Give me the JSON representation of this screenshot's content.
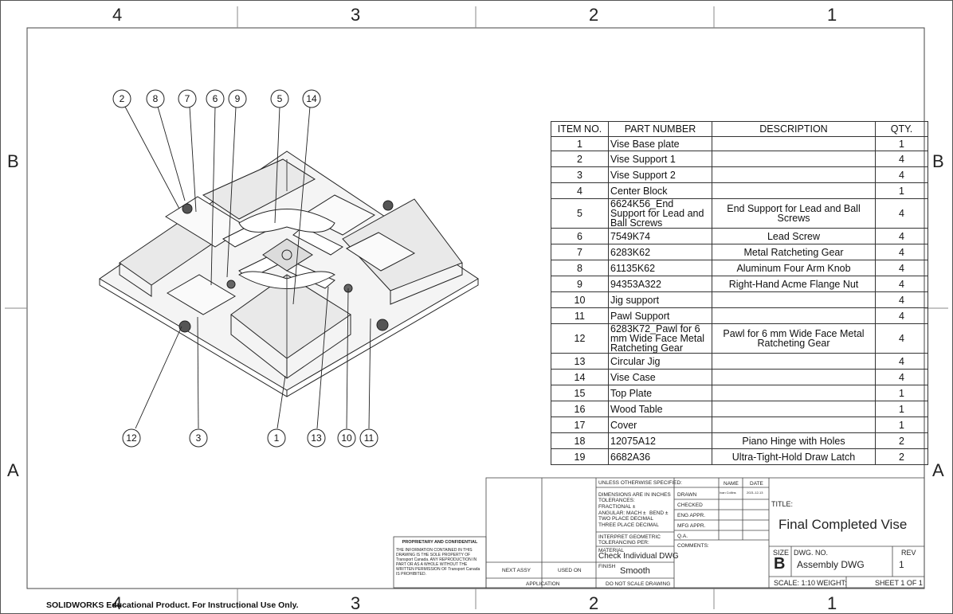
{
  "zones": {
    "top": [
      "4",
      "3",
      "2",
      "1"
    ],
    "bottom": [
      "4",
      "3",
      "2",
      "1"
    ],
    "left": [
      "B",
      "A"
    ],
    "right": [
      "B",
      "A"
    ]
  },
  "callouts": {
    "top": [
      "2",
      "8",
      "7",
      "6",
      "9",
      "5",
      "14"
    ],
    "bottom": [
      "12",
      "3",
      "1",
      "13",
      "10",
      "11"
    ]
  },
  "bom": {
    "headers": [
      "ITEM NO.",
      "PART NUMBER",
      "DESCRIPTION",
      "QTY."
    ],
    "rows": [
      {
        "item": "1",
        "part": "Vise Base plate",
        "desc": "",
        "qty": "1"
      },
      {
        "item": "2",
        "part": "Vise Support 1",
        "desc": "",
        "qty": "4"
      },
      {
        "item": "3",
        "part": "Vise Support 2",
        "desc": "",
        "qty": "4"
      },
      {
        "item": "4",
        "part": "Center Block",
        "desc": "",
        "qty": "1"
      },
      {
        "item": "5",
        "part": "6624K56_End Support for Lead and Ball Screws",
        "desc": "End Support for Lead and Ball Screws",
        "qty": "4"
      },
      {
        "item": "6",
        "part": "7549K74",
        "desc": "Lead Screw",
        "qty": "4"
      },
      {
        "item": "7",
        "part": "6283K62",
        "desc": "Metal Ratcheting Gear",
        "qty": "4"
      },
      {
        "item": "8",
        "part": "61135K62",
        "desc": "Aluminum Four Arm Knob",
        "qty": "4"
      },
      {
        "item": "9",
        "part": "94353A322",
        "desc": "Right-Hand Acme Flange Nut",
        "qty": "4"
      },
      {
        "item": "10",
        "part": "Jig support",
        "desc": "",
        "qty": "4"
      },
      {
        "item": "11",
        "part": "Pawl Support",
        "desc": "",
        "qty": "4"
      },
      {
        "item": "12",
        "part": "6283K72_Pawl for 6 mm Wide Face Metal Ratcheting Gear",
        "desc": "Pawl for 6 mm Wide Face Metal Ratcheting Gear",
        "qty": "4"
      },
      {
        "item": "13",
        "part": "Circular Jig",
        "desc": "",
        "qty": "4"
      },
      {
        "item": "14",
        "part": "Vise Case",
        "desc": "",
        "qty": "4"
      },
      {
        "item": "15",
        "part": "Top Plate",
        "desc": "",
        "qty": "1"
      },
      {
        "item": "16",
        "part": "Wood Table",
        "desc": "",
        "qty": "1"
      },
      {
        "item": "17",
        "part": "Cover",
        "desc": "",
        "qty": "1"
      },
      {
        "item": "18",
        "part": "12075A12",
        "desc": "Piano Hinge with Holes",
        "qty": "2"
      },
      {
        "item": "19",
        "part": "6682A36",
        "desc": "Ultra-Tight-Hold Draw Latch",
        "qty": "2"
      }
    ]
  },
  "title_block": {
    "unless": "UNLESS OTHERWISE SPECIFIED:",
    "name_hdr": "NAME",
    "date_hdr": "DATE",
    "dims": "DIMENSIONS ARE IN INCHES",
    "tolerances": "TOLERANCES:",
    "fractional": "FRACTIONAL ±",
    "angular": "ANGULAR: MACH ±",
    "bend": "BEND ±",
    "two_place": "TWO PLACE DECIMAL",
    "three_place": "THREE PLACE DECIMAL",
    "interpret": "INTERPRET GEOMETRIC TOLERANCING PER:",
    "material_lbl": "MATERIAL",
    "material_val": "Check Individual DWG",
    "finish_lbl": "FINISH",
    "finish_val": "Smooth",
    "do_not_scale": "DO NOT SCALE DRAWING",
    "drawn": "DRAWN",
    "drawn_name": "Ivan Collins",
    "drawn_date": "2021-12-13",
    "checked": "CHECKED",
    "eng_appr": "ENG APPR.",
    "mfg_appr": "MFG APPR.",
    "qa": "Q.A.",
    "comments": "COMMENTS:",
    "title_lbl": "TITLE:",
    "title_val": "Final Completed Vise",
    "size_lbl": "SIZE",
    "size_val": "B",
    "dwg_no_lbl": "DWG.  NO.",
    "dwg_no_val": "Assembly DWG",
    "rev_lbl": "REV",
    "rev_val": "1",
    "scale": "SCALE: 1:10",
    "weight": "WEIGHT:",
    "sheet": "SHEET 1 OF 1",
    "next_assy": "NEXT ASSY",
    "used_on": "USED ON",
    "application": "APPLICATION",
    "proprietary_title": "PROPRIETARY AND CONFIDENTIAL",
    "proprietary_body": "THE INFORMATION CONTAINED IN THIS DRAWING IS THE SOLE PROPERTY OF Transport Canada.  ANY REPRODUCTION IN PART OR AS A WHOLE WITHOUT THE WRITTEN PERMISSION OF Transport Canada IS PROHIBITED."
  },
  "watermark": "SOLIDWORKS Educational Product. For Instructional Use Only."
}
